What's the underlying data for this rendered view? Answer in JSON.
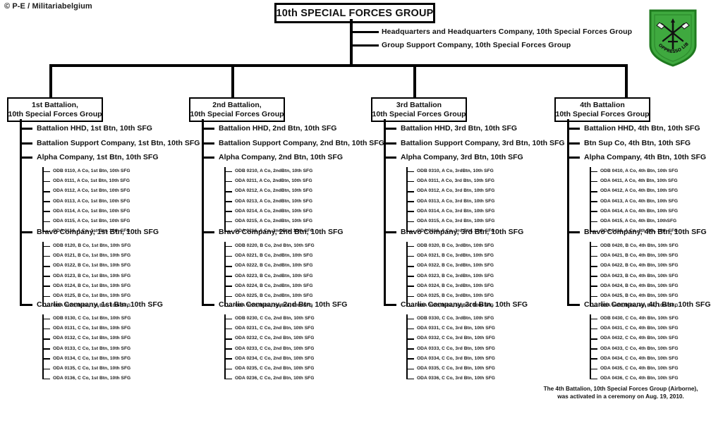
{
  "credit": "© P-E / Militariabelgium",
  "root": {
    "title": "10th SPECIAL FORCES GROUP"
  },
  "direct_reports": [
    "Headquarters and Headquarters Company, 10th Special Forces Group",
    "Group Support Company, 10th Special Forces Group"
  ],
  "insignia": {
    "name": "10th-special-forces-group-flash",
    "motto": "DE OPPRESSO LIBER",
    "background": "#3fa93f",
    "border": "#1f7a1f"
  },
  "note": {
    "line1": "The 4th Battalion, 10th Special Forces Group (Airborne),",
    "line2": "was activated in a ceremony on Aug. 19, 2010."
  },
  "battalions": [
    {
      "line1": "1st Battalion,",
      "line2": "10th Special Forces Group",
      "staff": [
        "Battalion HHD, 1st Btn, 10th SFG",
        "Battalion  Support Company, 1st Btn, 10th SFG"
      ],
      "companies": [
        {
          "label": "Alpha Company, 1st Btn, 10th SFG",
          "teams": [
            "ODB 0110, A Co, 1st Btn,  10th SFG",
            "ODA 0111, A Co, 1st Btn,  10th SFG",
            "ODA 0112, A Co, 1st Btn,  10th SFG",
            "ODA 0113, A Co, 1st Btn,  10th SFG",
            "ODA 0114, A Co, 1st Btn,  10th SFG",
            "ODA 0115, A Co, 1st Btn,  10th SFG",
            "ODA 0116, A Co, 1st Btn,  10th SFG"
          ]
        },
        {
          "label": "Bravo Company, 1st Btn, 10th SFG",
          "teams": [
            "ODB 0120, B Co, 1st Btn,  10th SFG",
            "ODA 0121, B Co, 1st Btn,  10th SFG",
            "ODA 0122, B Co, 1st Btn,  10th SFG",
            "ODA 0123, B Co, 1st Btn,  10th SFG",
            "ODA 0124, B Co, 1st Btn,  10th SFG",
            "ODA 0125, B Co, 1st Btn,  10th SFG",
            "ODA 0126, B Co, 1st Btn,  10th SFG"
          ]
        },
        {
          "label": "Charlie Company, 1st Btn, 10th SFG",
          "teams": [
            "ODB 0130, C Co, 1st Btn,  10th SFG",
            "ODA 0131, C Co, 1st Btn,  10th SFG",
            "ODA 0132, C Co, 1st Btn,  10th SFG",
            "ODA 0133, C Co, 1st Btn,  10th SFG",
            "ODA 0134, C Co, 1st Btn,  10th SFG",
            "ODA 0135, C Co, 1st Btn,  10th SFG",
            "ODA 0136, C Co, 1st Btn,  10th SFG"
          ]
        }
      ]
    },
    {
      "line1": "2nd Battalion,",
      "line2": "10th Special Forces Group",
      "staff": [
        "Battalion HHD,  2nd Btn, 10th SFG",
        "Battalion  Support Company, 2nd Btn, 10th SFG"
      ],
      "companies": [
        {
          "label": "Alpha Company, 2nd Btn, 10th SFG",
          "teams": [
            "ODB 0210, A Co, 2ndBtn,  10th SFG",
            "ODA 0211, A Co, 2ndBtn,  10th SFG",
            "ODA 0212, A Co, 2ndBtn,  10th SFG",
            "ODA 0213, A Co, 2ndBtn,  10th SFG",
            "ODA 0214, A Co, 2ndBtn,  10th SFG",
            "ODA 0215, A Co, 2ndBtn,  10th SFG",
            "ODA 0216, A Co, 2nd Btn,  10th SFG"
          ]
        },
        {
          "label": "Bravo Company, 2nd Btn, 10th SFG",
          "teams": [
            "ODB 0220, B Co, 2nd Btn,  10th SFG",
            "ODA 0221, B Co, 2ndBtn,  10th SFG",
            "ODA 0222, B Co, 2ndBtn,  10th SFG",
            "ODA 0223, B Co, 2ndBtn,  10th SFG",
            "ODA 0224, B Co, 2ndBtn,  10th SFG",
            "ODA 0225, B Co, 2ndBtn,  10th SFG",
            "ODA 0226, B Co, 2ndBtn,  10th SFG"
          ]
        },
        {
          "label": "Charlie Company, 2nd Btn, 10th SFG",
          "teams": [
            "ODB 0230, C Co, 2nd Btn,  10th SFG",
            "ODA 0231, C Co, 2nd Btn,  10th SFG",
            "ODA 0232, C Co, 2nd Btn,  10th SFG",
            "ODA 0233, C Co, 2nd Btn,  10th SFG",
            "ODA 0234, C Co, 2nd Btn,  10th SFG",
            "ODA 0235, C Co, 2nd Btn,  10th SFG",
            "ODA 0236, C Co, 2nd Btn,  10th SFG"
          ]
        }
      ]
    },
    {
      "line1": "3rd Battalion",
      "line2": "10th Special Forces Group",
      "staff": [
        "Battalion HHD, 3rd Btn, 10th SFG",
        "Battalion  Support Company, 3rd Btn, 10th SFG"
      ],
      "companies": [
        {
          "label": "Alpha Company, 3rd Btn, 10th SFG",
          "teams": [
            "ODB 0310, A Co, 3rdBtn,  10th SFG",
            "ODA 0311, A Co, 3rd Btn,  10th SFG",
            "ODA 0312, A Co, 3rd Btn,  10th SFG",
            "ODA 0313, A Co, 3rd Btn,  10th SFG",
            "ODA 0314, A Co, 3rd Btn,  10th SFG",
            "ODA 0315, A Co, 3rd Btn,  10th SFG",
            "ODA 0316, A Co, 3rd Btn,  10th SFG"
          ]
        },
        {
          "label": "Bravo Company, 3rd Btn, 10th SFG",
          "teams": [
            "ODB 0320, B Co, 3rdBtn,  10th SFG",
            "ODA 0321, B Co, 3rdBtn,  10th SFG",
            "ODA 0322, B Co, 3rdBtn,  10th SFG",
            "ODA 0323, B Co, 3rdBtn,  10th SFG",
            "ODA 0324, B Co, 3rdBtn,  10th SFG",
            "ODA 0325, B Co, 3rdBtn,  10th SFG",
            "ODA 0326, B Co, 3rdBtn,  10th SFG"
          ]
        },
        {
          "label": "Charlie Company, 3rd Btn, 10th SFG",
          "teams": [
            "ODB 0330, C Co, 3rdBtn,  10th SFG",
            "ODA 0331, C Co, 3rd Btn,  10th SFG",
            "ODA 0332, C Co, 3rd Btn,  10th SFG",
            "ODA 0333, C Co, 3rd Btn,  10th SFG",
            "ODA 0334, C Co, 3rd Btn,  10th SFG",
            "ODA 0335, C Co, 3rd Btn,  10th SFG",
            "ODA 0336, C Co, 3rd Btn,  10th SFG"
          ]
        }
      ]
    },
    {
      "line1": "4th Battalion",
      "line2": "10th Special Forces Group",
      "staff": [
        "Battalion HHD, 4th Btn, 10th SFG",
        "Btn  Sup Co, 4th Btn, 10th SFG"
      ],
      "companies": [
        {
          "label": "Alpha Company, 4th Btn, 10th SFG",
          "teams": [
            "ODB 0410, A Co, 4th Btn,  10th SFG",
            "ODA 0411, A Co, 4th Btn,  10th SFG",
            "ODA 0412, A Co, 4th Btn,  10th SFG",
            "ODA 0413, A Co, 4th Btn,  10th SFG",
            "ODA 0414, A Co, 4th Btn,  10th SFG",
            "ODA 0415, A Co, 4th Btn,  10thSFG",
            "ODA 0416, A Co, 4th Btn,  10th SFG"
          ]
        },
        {
          "label": "Bravo Company, 4th Btn, 10th SFG",
          "teams": [
            "ODB 0420, B Co, 4th Btn,  10th SFG",
            "ODA 0421, B Co, 4th Btn,  10th SFG",
            "ODA 0422, B Co, 4th Btn,  10th SFG",
            "ODA 0423, B Co, 4th Btn,  10th SFG",
            "ODA 0424, B Co, 4th Btn,  10th SFG",
            "ODA 0425, B Co, 4th Btn,  10th SFG",
            "ODA 0426, B Co, 4th Btn,  10th SFG"
          ]
        },
        {
          "label": "Charlie Company, 4th Btn, 10th SFG",
          "teams": [
            "ODB 0430, C Co, 4th Btn,  10th SFG",
            "ODA 0431, C Co, 4th Btn,  10th SFG",
            "ODA 0432, C Co, 4th Btn,  10th SFG",
            "ODA 0433, C Co, 4th Btn,  10th SFG",
            "ODA 0434, C Co, 4th Btn,  10th SFG",
            "ODA 0435, C Co, 4th Btn,  10th SFG",
            "ODA 0436, C Co, 4th Btn,  10th SFG"
          ]
        }
      ]
    }
  ]
}
